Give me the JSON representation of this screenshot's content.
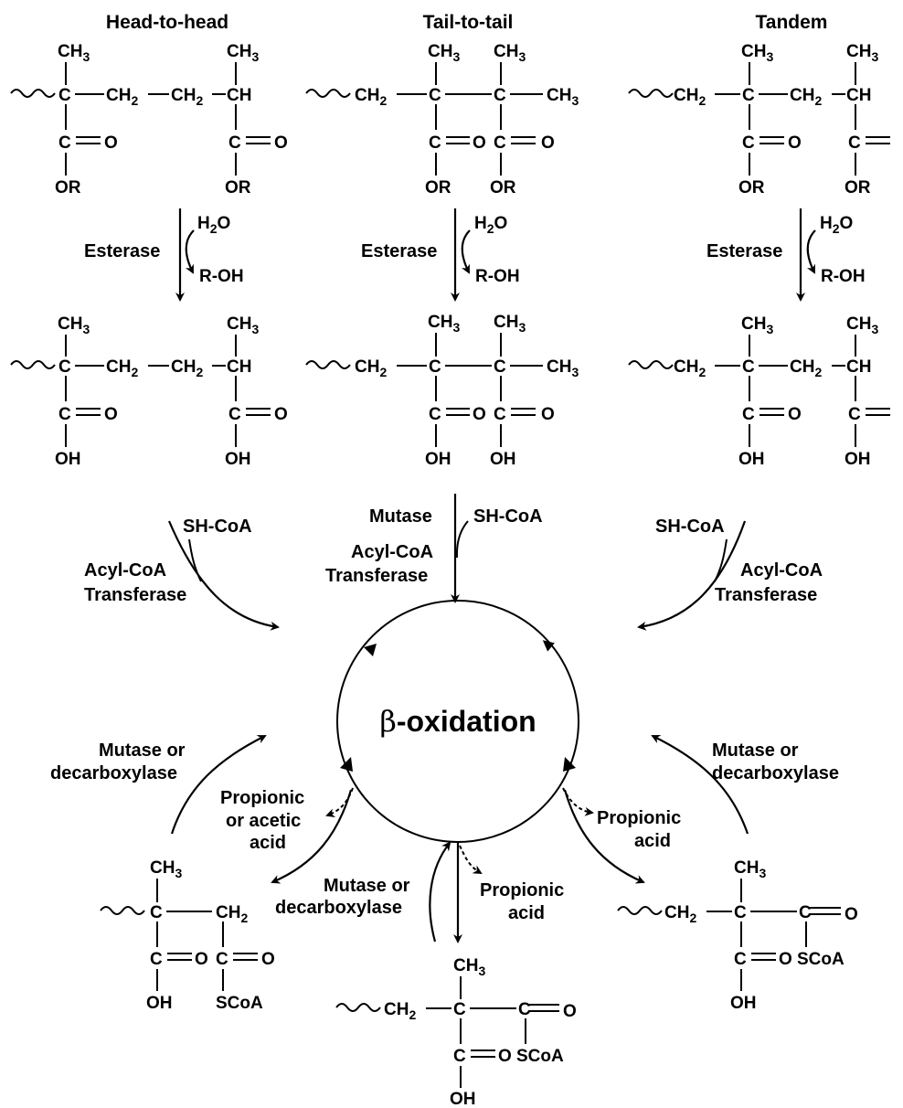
{
  "headers": {
    "head_to_head": "Head-to-head",
    "tail_to_tail": "Tail-to-tail",
    "tandem": "Tandem"
  },
  "chem": {
    "ch3": "CH",
    "ch2": "CH",
    "ch": "CH",
    "c": "C",
    "o": "O",
    "or": "OR",
    "oh": "OH",
    "scoa": "SCoA",
    "sub2": "2",
    "sub3": "3"
  },
  "reagents": {
    "esterase": "Esterase",
    "h2o_h": "H",
    "h2o_sub": "2",
    "h2o_o": "O",
    "roh": "R-OH",
    "sh_coa": "SH-CoA",
    "mutase": "Mutase",
    "acyl_coa": "Acyl-CoA",
    "transferase": "Transferase",
    "mutase_or": "Mutase or",
    "decarboxylase": "decarboxylase",
    "propionic": "Propionic",
    "or_acetic": "or acetic",
    "acid": "acid"
  },
  "center": {
    "beta": "β",
    "label": "-oxidation"
  }
}
